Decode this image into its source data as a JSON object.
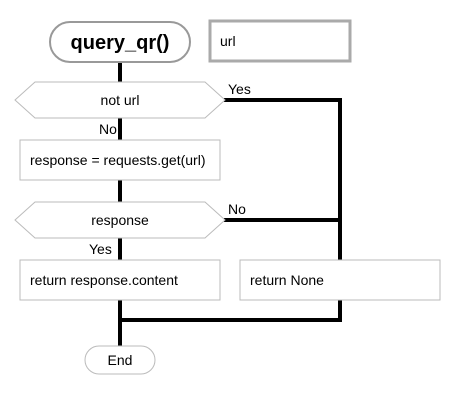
{
  "flowchart": {
    "start": {
      "label": "query_qr()"
    },
    "parameter": {
      "label": "url"
    },
    "decision_not_url": {
      "label": "not url",
      "yes_label": "Yes",
      "no_label": "No"
    },
    "process_get": {
      "label": "response = requests.get(url)"
    },
    "decision_response": {
      "label": "response",
      "yes_label": "Yes",
      "no_label": "No"
    },
    "process_return_content": {
      "label": "return response.content"
    },
    "process_return_none": {
      "label": "return None"
    },
    "end": {
      "label": "End"
    }
  },
  "colors": {
    "line": "#000000",
    "box_border": "#bbbbbb",
    "param_border": "#999999",
    "fill": "#ffffff",
    "text": "#000000"
  }
}
